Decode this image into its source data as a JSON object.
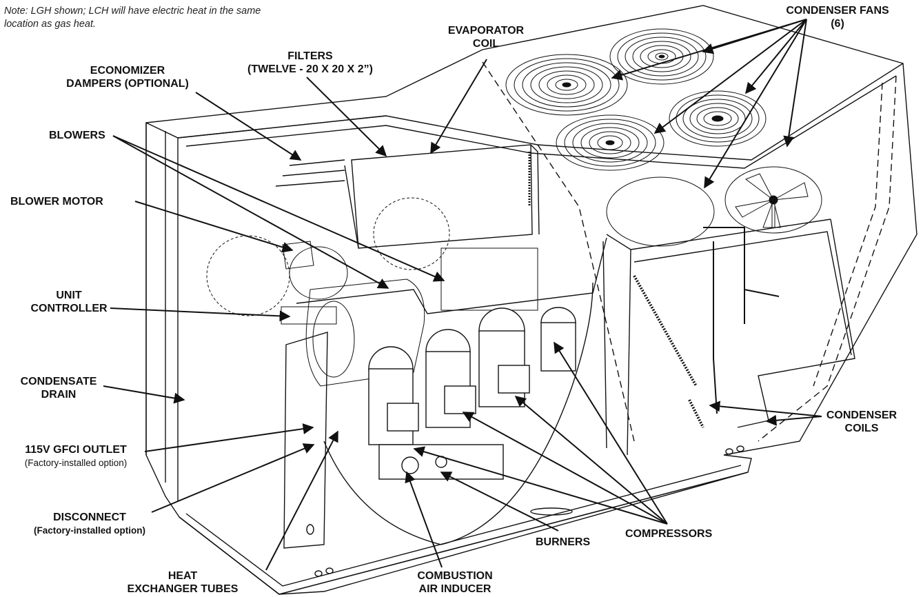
{
  "note": {
    "line1": "Note: LGH shown; LCH will have electric heat in the same",
    "line2": "location as gas heat."
  },
  "labels": {
    "condenser_fans": {
      "line1": "CONDENSER FANS",
      "line2": "(6)"
    },
    "evaporator_coil": {
      "line1": "EVAPORATOR",
      "line2": "COIL"
    },
    "filters": {
      "line1": "FILTERS",
      "line2": "(TWELVE - 20 X 20 X 2”)"
    },
    "economizer": {
      "line1": "ECONOMIZER",
      "line2": "DAMPERS (OPTIONAL)"
    },
    "blowers": "BLOWERS",
    "blower_motor": "BLOWER MOTOR",
    "unit_controller": {
      "line1": "UNIT",
      "line2": "CONTROLLER"
    },
    "condensate_drain": {
      "line1": "CONDENSATE",
      "line2": "DRAIN"
    },
    "gfci_outlet": {
      "line1": "115V GFCI OUTLET",
      "line2": "(Factory-installed option)"
    },
    "disconnect": {
      "line1": "DISCONNECT",
      "line2": "(Factory-installed option)"
    },
    "heat_exchanger": {
      "line1": "HEAT",
      "line2": "EXCHANGER TUBES"
    },
    "combustion_inducer": {
      "line1": "COMBUSTION",
      "line2": "AIR INDUCER"
    },
    "burners": "BURNERS",
    "compressors": "COMPRESSORS",
    "condenser_coils": {
      "line1": "CONDENSER",
      "line2": "COILS"
    }
  },
  "colors": {
    "line": "#111111",
    "background": "#ffffff",
    "shade": "#e8e8e8"
  }
}
